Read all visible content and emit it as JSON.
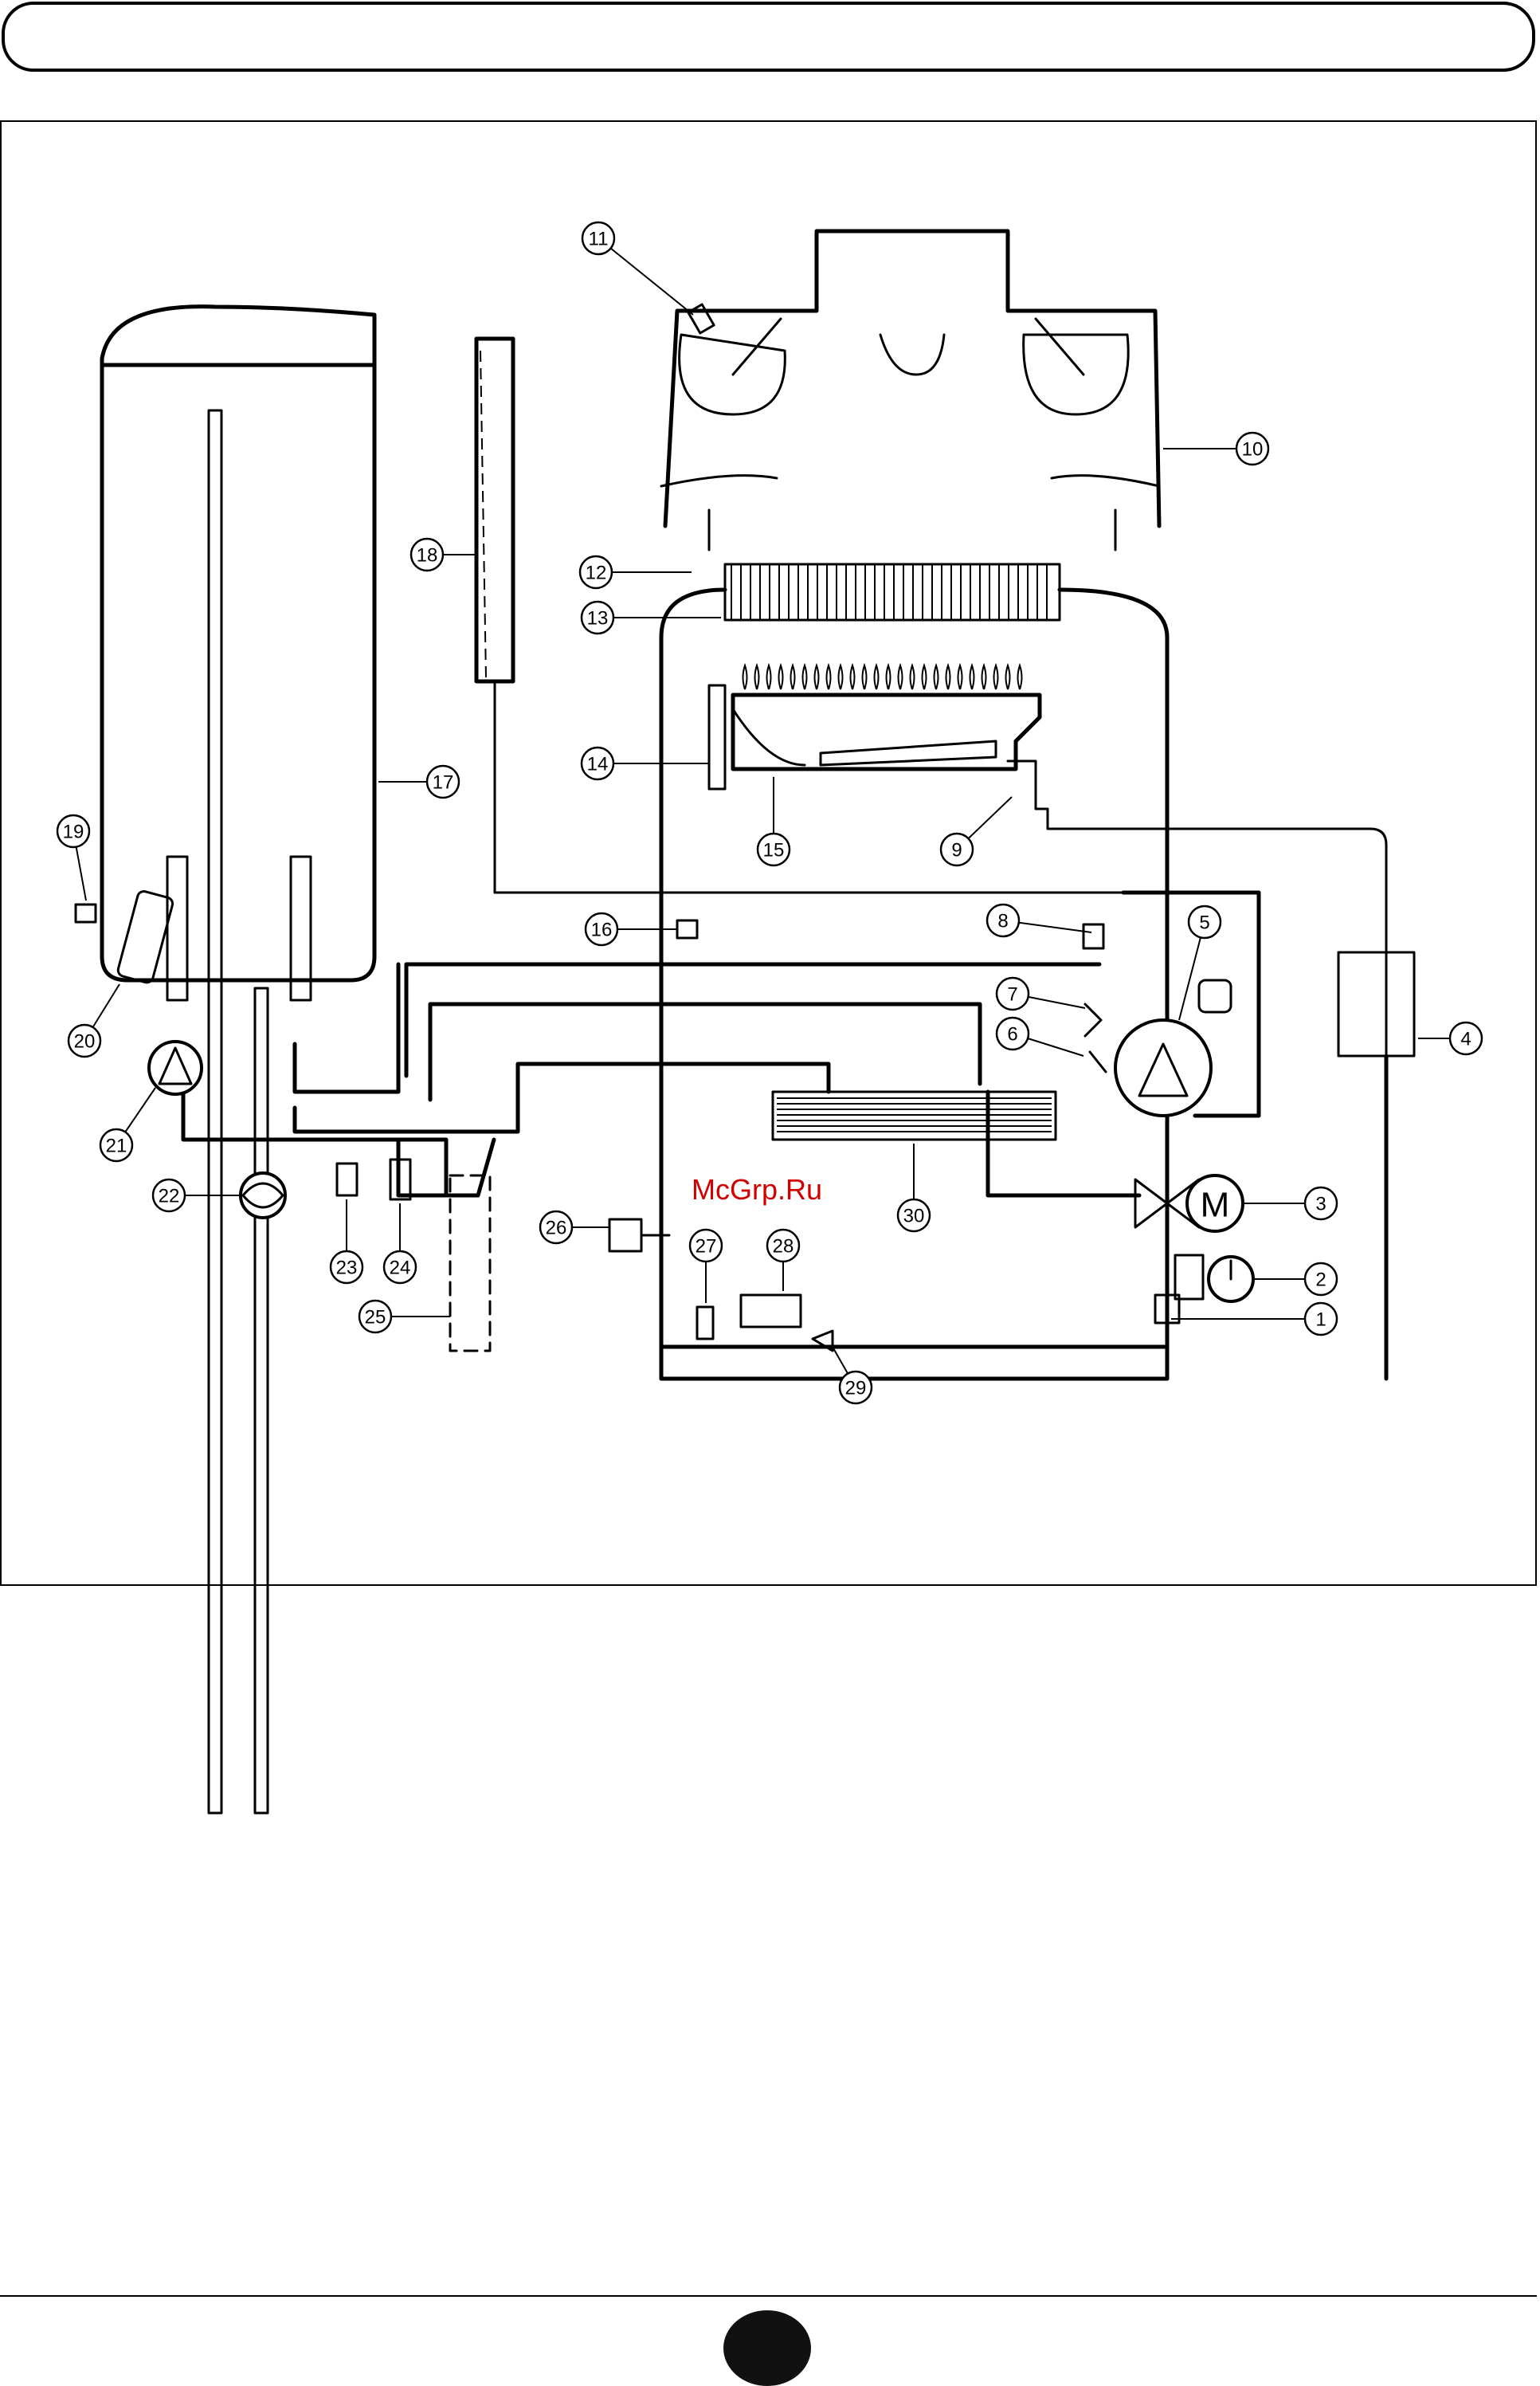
{
  "callouts": [
    {
      "n": "1"
    },
    {
      "n": "2"
    },
    {
      "n": "3"
    },
    {
      "n": "4"
    },
    {
      "n": "5"
    },
    {
      "n": "6"
    },
    {
      "n": "7"
    },
    {
      "n": "8"
    },
    {
      "n": "9"
    },
    {
      "n": "10"
    },
    {
      "n": "11"
    },
    {
      "n": "12"
    },
    {
      "n": "13"
    },
    {
      "n": "14"
    },
    {
      "n": "15"
    },
    {
      "n": "16"
    },
    {
      "n": "17"
    },
    {
      "n": "18"
    },
    {
      "n": "19"
    },
    {
      "n": "20"
    },
    {
      "n": "21"
    },
    {
      "n": "22"
    },
    {
      "n": "23"
    },
    {
      "n": "24"
    },
    {
      "n": "25"
    },
    {
      "n": "26"
    },
    {
      "n": "27"
    },
    {
      "n": "28"
    },
    {
      "n": "29"
    },
    {
      "n": "30"
    }
  ],
  "motor_label": "M",
  "watermark": "McGrp.Ru",
  "colors": {
    "line": "#000000",
    "watermark": "#d00000",
    "page_dot": "#111111"
  }
}
